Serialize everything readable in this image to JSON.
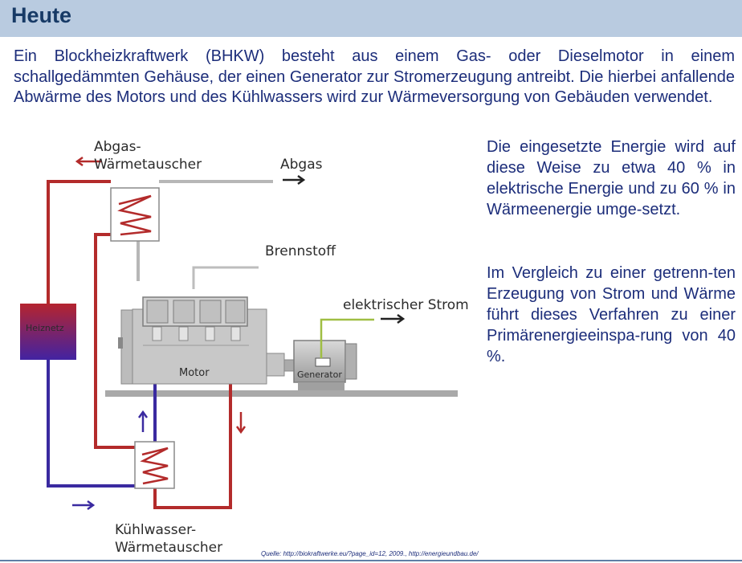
{
  "header": {
    "title": "Heute"
  },
  "intro": "Ein Blockheizkraftwerk (BHKW) besteht aus einem Gas- oder Dieselmotor in einem schallgedämmten Gehäuse, der einen Generator zur Stromerzeugung antreibt. Die hierbei anfallende Abwärme des Motors und des Kühlwassers wird zur Wärmeversorgung von Gebäuden verwendet.",
  "side_text": {
    "p1": "Die eingesetzte Energie wird auf diese Weise zu etwa 40 % in elektrische Energie und zu 60 % in Wärmeenergie umge-setzt.",
    "p2": "Im Vergleich zu einer getrenn-ten Erzeugung von Strom und Wärme führt dieses Verfahren zu einer Primärenergieeinspa-rung von 40 %."
  },
  "diagram": {
    "abgas_hx_line1": "Abgas-",
    "abgas_hx_line2": "Wärmetauscher",
    "abgas": "Abgas",
    "brennstoff": "Brennstoff",
    "strom": "elektrischer Strom",
    "heiznetz": "Heiznetz",
    "motor": "Motor",
    "generator": "Generator",
    "kuehl_hx_line1": "Kühlwasser-",
    "kuehl_hx_line2": "Wärmetauscher",
    "colors": {
      "hot": "#b32b2b",
      "cold": "#3a2aa0",
      "grey": "#b3b3b3",
      "fuel_green": "#9fbe43"
    }
  },
  "source": "Quelle:  http://biokraftwerke.eu/?page_id=12, 2009., http://energieundbau.de/"
}
